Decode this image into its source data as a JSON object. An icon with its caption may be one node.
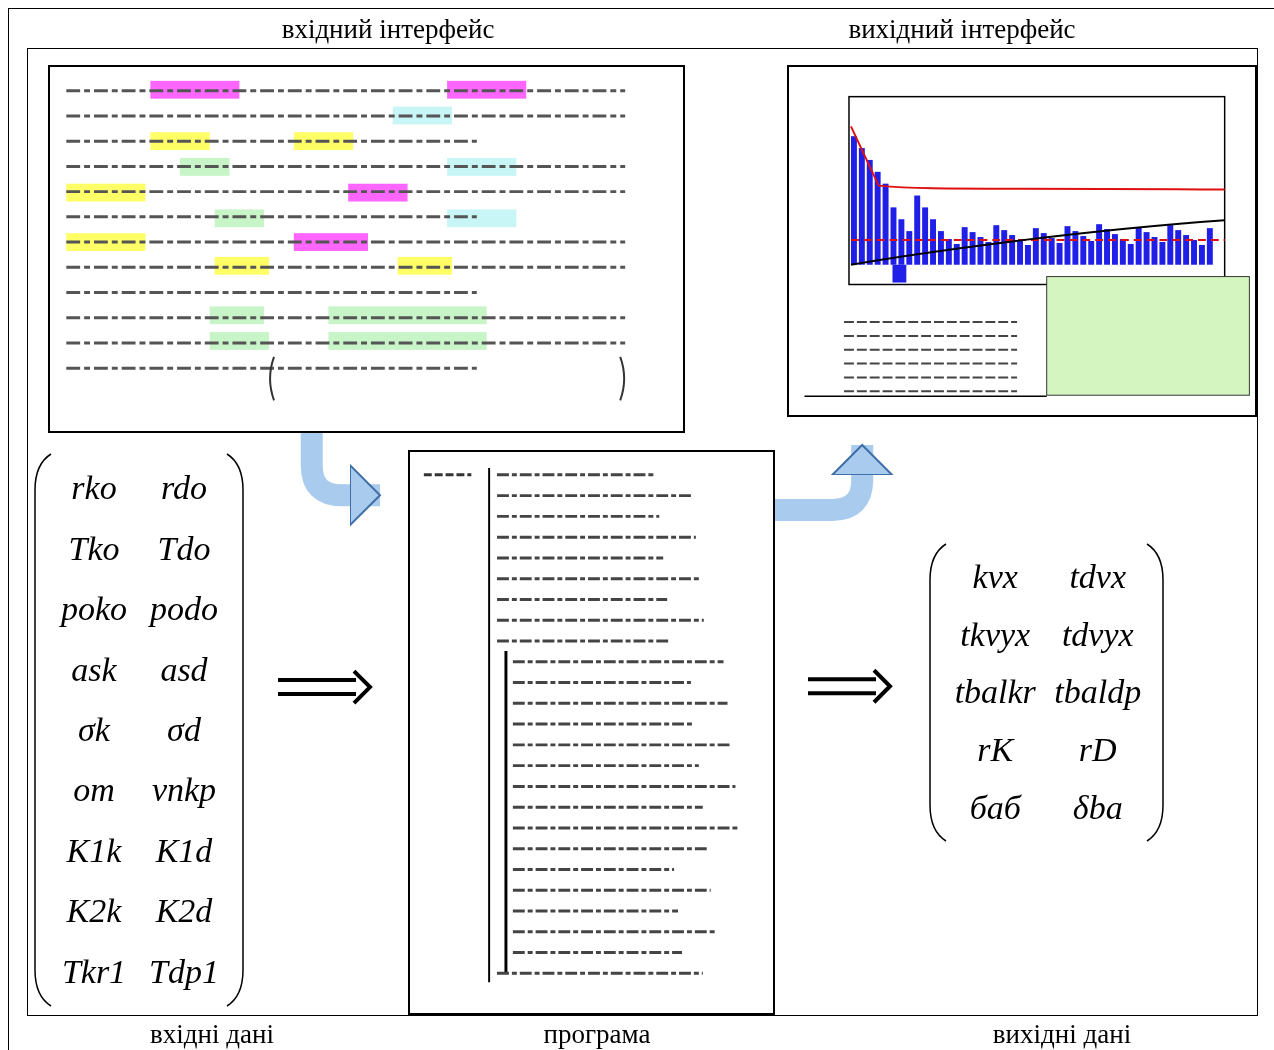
{
  "diagram": {
    "nodes": [
      {
        "text": [],
        "shape": "picture",
        "beside": [
          "вхідний інтерфейс"
        ]
      },
      {
        "text": [],
        "shape": "picture",
        "beside": [
          "програма"
        ]
      },
      {
        "text": [],
        "shape": "picture",
        "beside": [
          "вихідний інтерфейс"
        ]
      },
      {
        "text": [
          "rko",
          "rdo",
          "Tko",
          "Tdo",
          "poko",
          "podo",
          "ask",
          "asd",
          "σk",
          "σd",
          "om",
          "vnkp",
          "K1k",
          "K1d",
          "K2k",
          "K2d",
          "Tkr1",
          "Tdp1"
        ],
        "beside": [
          "вхідні дані"
        ]
      },
      {
        "text": [
          "kvx",
          "tdvx",
          "tkvyx",
          "tdvyx",
          "tbalkr",
          "tbaldp",
          "rK",
          "rD",
          "баб",
          "δba"
        ]
      }
    ],
    "edges": [
      {
        "from": 0,
        "to": 1,
        "arrow": "to",
        "style": "thick"
      },
      {
        "from": 1,
        "to": 2,
        "arrow": "to",
        "style": "thick"
      },
      {
        "from": 3,
        "to": 1,
        "arrow": "to",
        "color": "#000000"
      },
      {
        "from": 1,
        "to": 4,
        "arrow": "to",
        "color": "#000000"
      }
    ],
    "labels": [
      "вихідні дані"
    ]
  }
}
